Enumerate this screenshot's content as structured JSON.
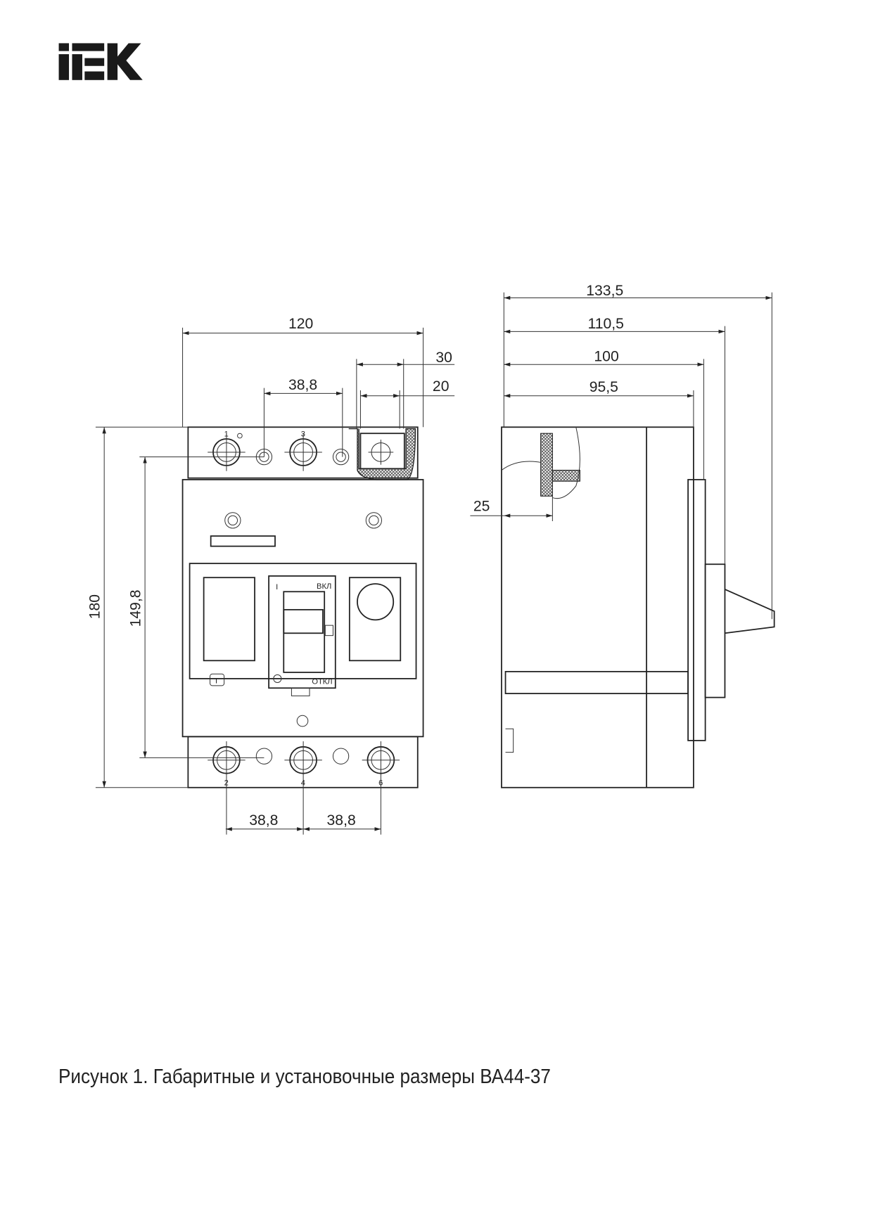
{
  "logo": {
    "text": "IEK"
  },
  "front_view": {
    "dimensions": {
      "width": "120",
      "terminal_30": "30",
      "terminal_20": "20",
      "pitch_top": "38,8",
      "height": "180",
      "mount_height": "149,8",
      "pitch_bottom_left": "38,8",
      "pitch_bottom_right": "38,8"
    },
    "terminal_numbers_top": [
      "1",
      "3"
    ],
    "terminal_numbers_bottom": [
      "2",
      "4",
      "6"
    ],
    "handle_labels": {
      "on": "ВКЛ",
      "off": "ОТКЛ",
      "i_mark": "I"
    },
    "test_button": "T"
  },
  "side_view": {
    "dimensions": {
      "d1": "133,5",
      "d2": "110,5",
      "d3": "100",
      "d4": "95,5",
      "d5": "25"
    }
  },
  "caption": "Рисунок 1. Габаритные и установочные размеры ВА44-37"
}
